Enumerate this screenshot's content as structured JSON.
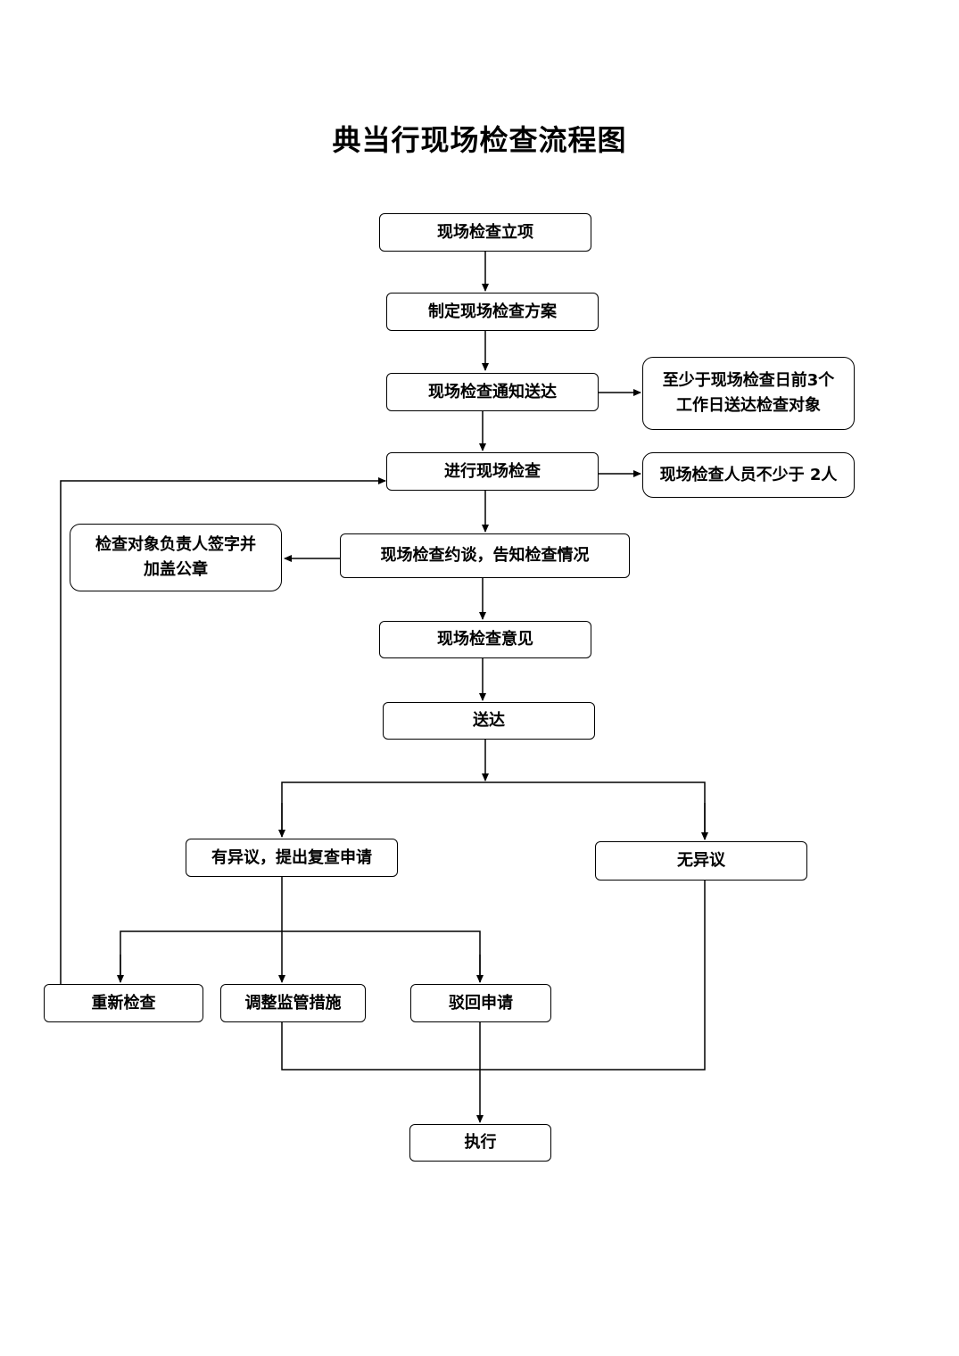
{
  "title": "典当行现场检查流程图",
  "nodes": {
    "n1": "现场检查立项",
    "n2": "制定现场检查方案",
    "n3": "现场检查通知送达",
    "note3": "至少于现场检查日前3个\n工作日送达检查对象",
    "n4": "进行现场检查",
    "note4": "现场检查人员不少于 2人",
    "n5": "现场检查约谈，告知检查情况",
    "note5": "检查对象负责人签字并\n加盖公章",
    "n6": "现场检查意见",
    "n7": "送达",
    "n8": "有异议，提出复查申请",
    "n9": "无异议",
    "n10": "重新检查",
    "n11": "调整监管措施",
    "n12": "驳回申请",
    "n13": "执行"
  }
}
